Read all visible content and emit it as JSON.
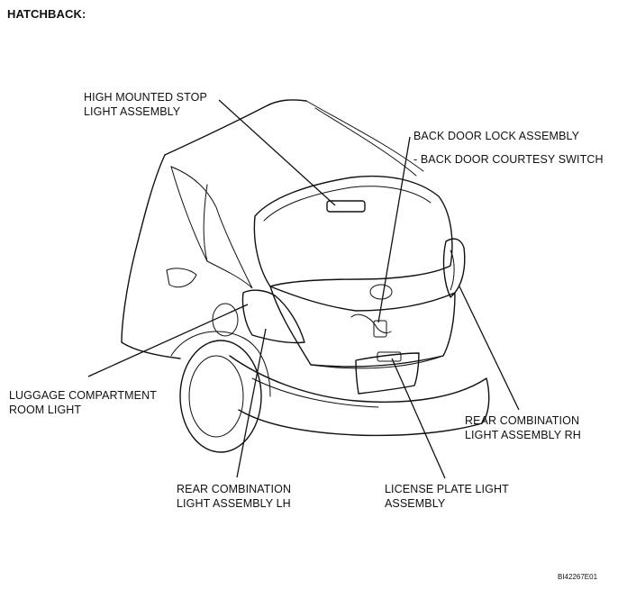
{
  "title": "HATCHBACK:",
  "labels": {
    "high_mounted_stop_light": [
      "HIGH MOUNTED STOP",
      "LIGHT ASSEMBLY"
    ],
    "back_door_lock": "BACK DOOR LOCK ASSEMBLY",
    "back_door_courtesy_switch": "- BACK DOOR COURTESY SWITCH",
    "luggage_room_light": [
      "LUGGAGE COMPARTMENT",
      "ROOM LIGHT"
    ],
    "rear_combination_rh": [
      "REAR COMBINATION",
      "LIGHT ASSEMBLY RH"
    ],
    "rear_combination_lh": [
      "REAR COMBINATION",
      "LIGHT ASSEMBLY LH"
    ],
    "license_plate_light": [
      "LICENSE PLATE LIGHT",
      "ASSEMBLY"
    ]
  },
  "figure_code": "BI42267E01"
}
